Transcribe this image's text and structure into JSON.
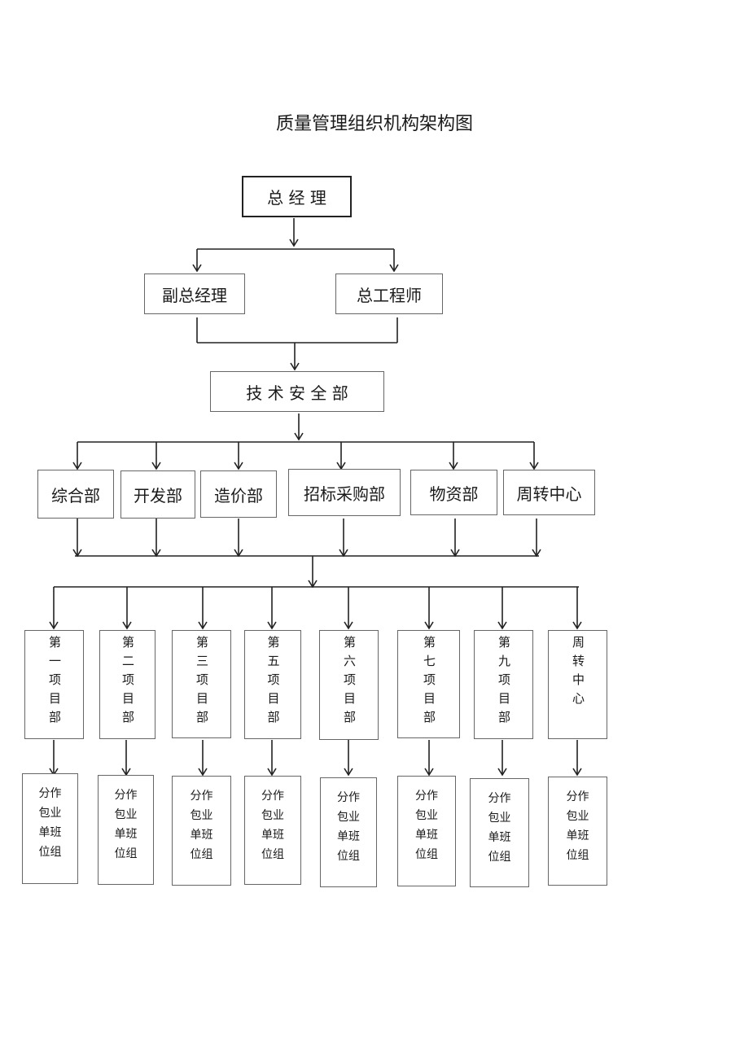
{
  "title": "质量管理组织机构架构图",
  "nodes": {
    "general_manager": "总 经 理",
    "deputy_gm": "副总经理",
    "chief_engineer": "总工程师",
    "tech_safety": "技 术 安 全 部",
    "departments": [
      "综合部",
      "开发部",
      "造价部",
      "招标采购部",
      "物资部",
      "周转中心"
    ],
    "projects": [
      "第一项目部",
      "第二项目部",
      "第三项目部",
      "第五项目部",
      "第六项目部",
      "第七项目部",
      "第九项目部",
      "周转中心"
    ],
    "teams": [
      [
        "分作",
        "包业",
        "单班",
        "位组"
      ],
      [
        "分作",
        "包业",
        "单班",
        "位组"
      ],
      [
        "分作",
        "包业",
        "单班",
        "位组"
      ],
      [
        "分作",
        "包业",
        "单班",
        "位组"
      ],
      [
        "分作",
        "包业",
        "单班",
        "位组"
      ],
      [
        "分作",
        "包业",
        "单班",
        "位组"
      ],
      [
        "分作",
        "包业",
        "单班",
        "位组"
      ],
      [
        "分作",
        "包业",
        "单班",
        "位组"
      ]
    ]
  }
}
